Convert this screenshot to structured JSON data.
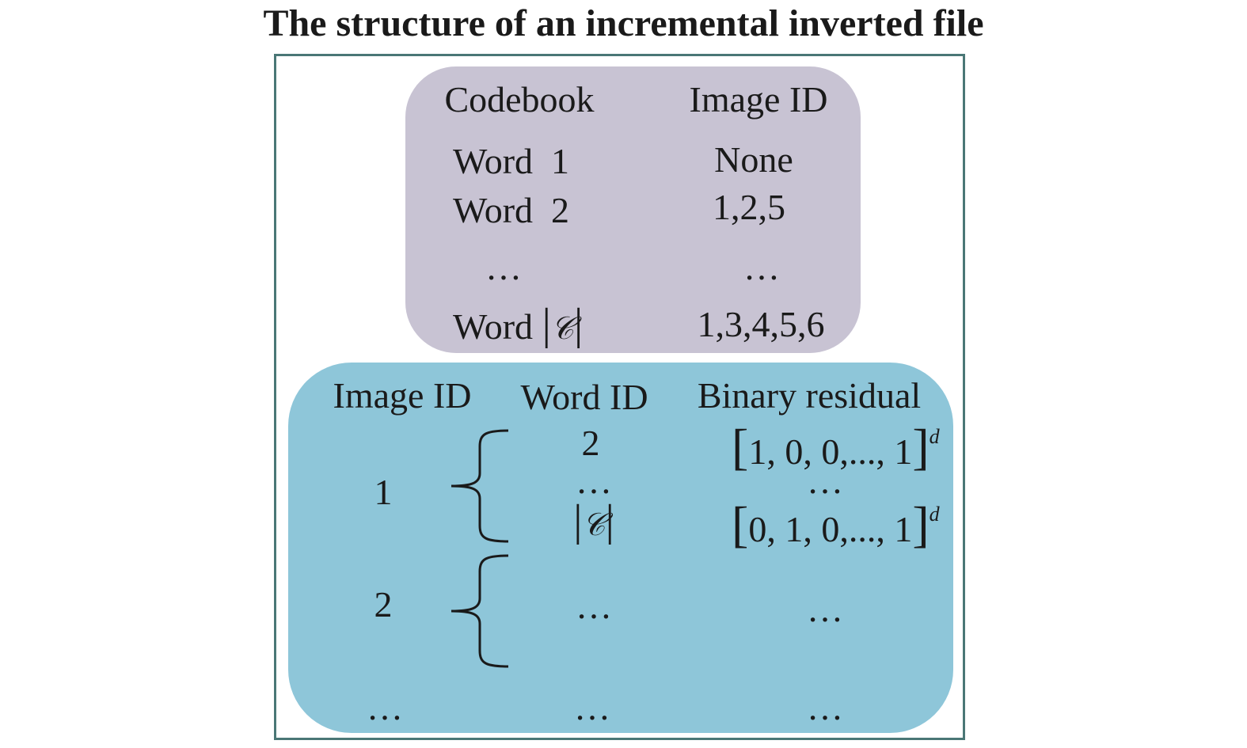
{
  "title": "The structure of an incremental inverted file",
  "colors": {
    "frame": "#4a7776",
    "codebook_panel": "#c8c3d3",
    "residual_panel": "#8ec6d9"
  },
  "codebook_table": {
    "header_codebook": "Codebook",
    "header_image_id": "Image ID",
    "rows": [
      {
        "word": "Word  1",
        "image_ids": "None"
      },
      {
        "word": "Word  2",
        "image_ids": "1,2,5"
      },
      {
        "word": "…",
        "image_ids": "…"
      },
      {
        "word": "Word",
        "word_symbol": "𝒞",
        "image_ids": "1,3,4,5,6"
      }
    ]
  },
  "residual_table": {
    "header_image_id": "Image ID",
    "header_word_id": "Word ID",
    "header_binary_residual": "Binary residual",
    "group1": {
      "image_id": "1",
      "word_ids": [
        "2",
        "…",
        "𝒞"
      ],
      "residual_first": "1, 0, 0,..., 1",
      "residual_ellipsis": "…",
      "residual_last": "0, 1, 0,..., 1",
      "exponent": "d"
    },
    "group2": {
      "image_id": "2",
      "word_ids": "…",
      "residual": "…"
    },
    "last_row": {
      "image_id": "…",
      "word_id": "…",
      "residual": "…"
    }
  }
}
